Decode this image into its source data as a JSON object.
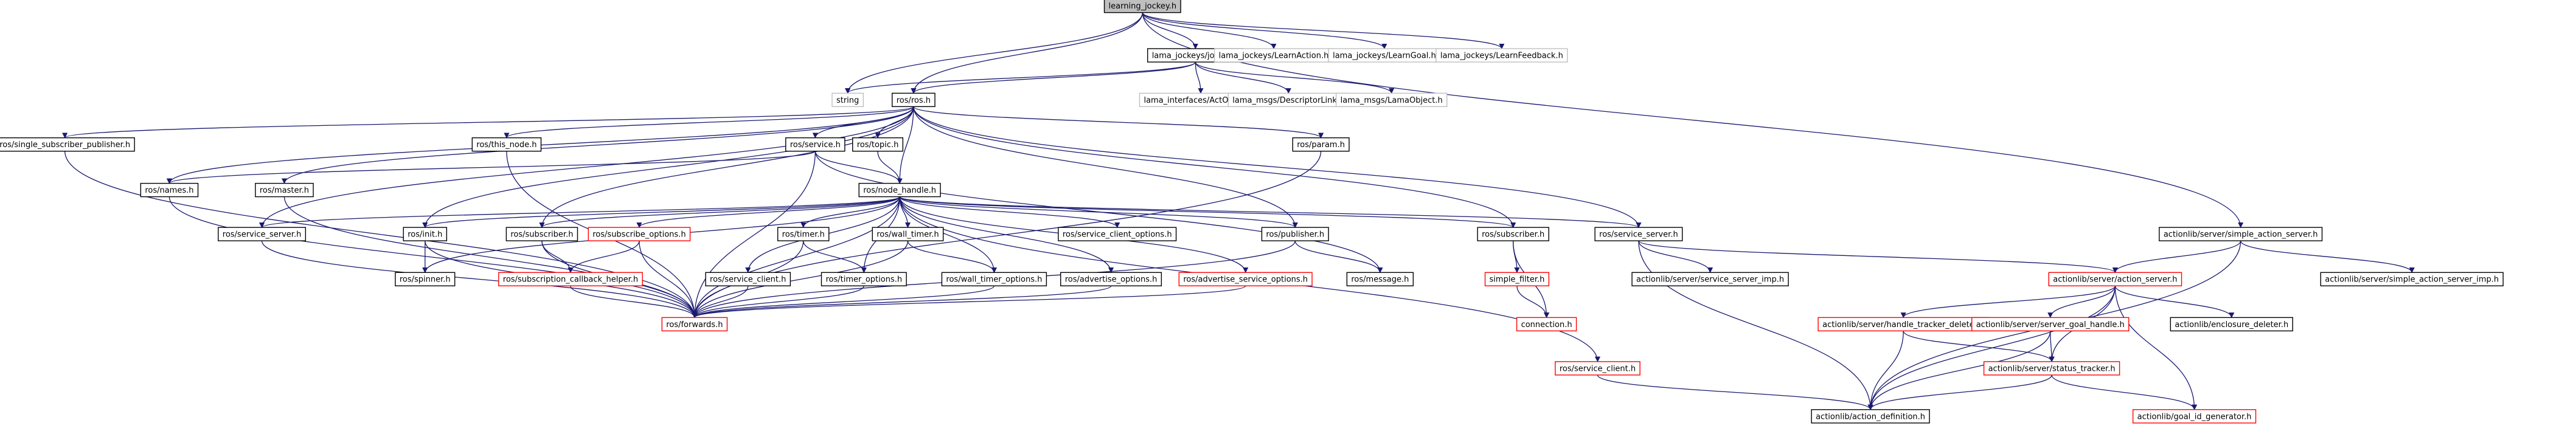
{
  "colors": {
    "edge": "#191970",
    "box_default": "#000000",
    "box_missing": "#bfbfbf",
    "box_red": "#ff0000",
    "root_fill": "#bfbfbf",
    "text": "#000000"
  },
  "nodes": [
    {
      "id": "root",
      "label": "learning_jockey.h",
      "style": "root"
    },
    {
      "id": "jockey",
      "label": "lama_jockeys/jockey.h",
      "style": "default"
    },
    {
      "id": "learnaction",
      "label": "lama_jockeys/LearnAction.h",
      "style": "missing"
    },
    {
      "id": "learngoal",
      "label": "lama_jockeys/LearnGoal.h",
      "style": "missing"
    },
    {
      "id": "learnfeedback",
      "label": "lama_jockeys/LearnFeedback.h",
      "style": "missing"
    },
    {
      "id": "string",
      "label": "string",
      "style": "missing"
    },
    {
      "id": "ros",
      "label": "ros/ros.h",
      "style": "default"
    },
    {
      "id": "actonmap",
      "label": "lama_interfaces/ActOnMap.h",
      "style": "missing"
    },
    {
      "id": "descriptorlink",
      "label": "lama_msgs/DescriptorLink.h",
      "style": "missing"
    },
    {
      "id": "lamaobject",
      "label": "lama_msgs/LamaObject.h",
      "style": "missing"
    },
    {
      "id": "single_sub_pub",
      "label": "ros/single_subscriber_publisher.h",
      "style": "default"
    },
    {
      "id": "this_node",
      "label": "ros/this_node.h",
      "style": "default"
    },
    {
      "id": "service",
      "label": "ros/service.h",
      "style": "default"
    },
    {
      "id": "topic",
      "label": "ros/topic.h",
      "style": "default"
    },
    {
      "id": "param",
      "label": "ros/param.h",
      "style": "default"
    },
    {
      "id": "names",
      "label": "ros/names.h",
      "style": "default"
    },
    {
      "id": "master",
      "label": "ros/master.h",
      "style": "default"
    },
    {
      "id": "node_handle",
      "label": "ros/node_handle.h",
      "style": "default"
    },
    {
      "id": "simple_action_server",
      "label": "actionlib/server/simple_action_server.h",
      "style": "default"
    },
    {
      "id": "service_server",
      "label": "ros/service_server.h",
      "style": "default"
    },
    {
      "id": "init",
      "label": "ros/init.h",
      "style": "default"
    },
    {
      "id": "subscriber",
      "label": "ros/subscriber.h",
      "style": "default"
    },
    {
      "id": "subscribe_options",
      "label": "ros/subscribe_options.h",
      "style": "red"
    },
    {
      "id": "timer",
      "label": "ros/timer.h",
      "style": "default"
    },
    {
      "id": "wall_timer",
      "label": "ros/wall_timer.h",
      "style": "default"
    },
    {
      "id": "service_client_options",
      "label": "ros/service_client_options.h",
      "style": "default"
    },
    {
      "id": "publisher",
      "label": "ros/publisher.h",
      "style": "default"
    },
    {
      "id": "subscriber2",
      "label": "ros/subscriber.h",
      "style": "default"
    },
    {
      "id": "service_server2",
      "label": "ros/service_server.h",
      "style": "default"
    },
    {
      "id": "spinner",
      "label": "ros/spinner.h",
      "style": "default"
    },
    {
      "id": "sub_cb_helper",
      "label": "ros/subscription_callback_helper.h",
      "style": "red"
    },
    {
      "id": "service_client",
      "label": "ros/service_client.h",
      "style": "default"
    },
    {
      "id": "timer_options",
      "label": "ros/timer_options.h",
      "style": "default"
    },
    {
      "id": "wall_timer_options",
      "label": "ros/wall_timer_options.h",
      "style": "default"
    },
    {
      "id": "advertise_options",
      "label": "ros/advertise_options.h",
      "style": "default"
    },
    {
      "id": "advertise_service_options",
      "label": "ros/advertise_service_options.h",
      "style": "red"
    },
    {
      "id": "message",
      "label": "ros/message.h",
      "style": "default"
    },
    {
      "id": "forwards",
      "label": "ros/forwards.h",
      "style": "red"
    },
    {
      "id": "simple_filter",
      "label": "simple_filter.h",
      "style": "red"
    },
    {
      "id": "connection",
      "label": "connection.h",
      "style": "red"
    },
    {
      "id": "service_server_imp",
      "label": "actionlib/server/service_server_imp.h",
      "style": "default"
    },
    {
      "id": "simple_action_server_imp",
      "label": "actionlib/server/simple_action_server_imp.h",
      "style": "default"
    },
    {
      "id": "action_server",
      "label": "actionlib/server/action_server.h",
      "style": "red"
    },
    {
      "id": "handle_tracker_deleter",
      "label": "actionlib/server/handle_tracker_deleter.h",
      "style": "red"
    },
    {
      "id": "server_goal_handle",
      "label": "actionlib/server/server_goal_handle.h",
      "style": "red"
    },
    {
      "id": "enclosure_deleter",
      "label": "actionlib/enclosure_deleter.h",
      "style": "default"
    },
    {
      "id": "status_tracker",
      "label": "actionlib/server/status_tracker.h",
      "style": "red"
    },
    {
      "id": "service_client2",
      "label": "ros/service_client.h",
      "style": "red"
    },
    {
      "id": "action_definition",
      "label": "actionlib/action_definition.h",
      "style": "default"
    },
    {
      "id": "goal_id_generator",
      "label": "actionlib/goal_id_generator.h",
      "style": "red"
    }
  ],
  "edges": [
    [
      "root",
      "jockey"
    ],
    [
      "root",
      "learnaction"
    ],
    [
      "root",
      "learngoal"
    ],
    [
      "root",
      "learnfeedback"
    ],
    [
      "root",
      "string"
    ],
    [
      "root",
      "ros"
    ],
    [
      "root",
      "simple_action_server"
    ],
    [
      "jockey",
      "ros"
    ],
    [
      "jockey",
      "string"
    ],
    [
      "jockey",
      "actonmap"
    ],
    [
      "jockey",
      "descriptorlink"
    ],
    [
      "jockey",
      "lamaobject"
    ],
    [
      "ros",
      "single_sub_pub"
    ],
    [
      "ros",
      "this_node"
    ],
    [
      "ros",
      "service"
    ],
    [
      "ros",
      "topic"
    ],
    [
      "ros",
      "param"
    ],
    [
      "ros",
      "names"
    ],
    [
      "ros",
      "master"
    ],
    [
      "ros",
      "node_handle"
    ],
    [
      "ros",
      "service_server"
    ],
    [
      "ros",
      "init"
    ],
    [
      "ros",
      "subscriber"
    ],
    [
      "ros",
      "publisher"
    ],
    [
      "ros",
      "subscriber2"
    ],
    [
      "ros",
      "service_server2"
    ],
    [
      "single_sub_pub",
      "forwards"
    ],
    [
      "this_node",
      "forwards"
    ],
    [
      "service",
      "names"
    ],
    [
      "service",
      "node_handle"
    ],
    [
      "service",
      "forwards"
    ],
    [
      "service",
      "message"
    ],
    [
      "topic",
      "node_handle"
    ],
    [
      "param",
      "forwards"
    ],
    [
      "names",
      "forwards"
    ],
    [
      "master",
      "forwards"
    ],
    [
      "node_handle",
      "service_server"
    ],
    [
      "node_handle",
      "init"
    ],
    [
      "node_handle",
      "subscriber"
    ],
    [
      "node_handle",
      "subscribe_options"
    ],
    [
      "node_handle",
      "timer"
    ],
    [
      "node_handle",
      "wall_timer"
    ],
    [
      "node_handle",
      "service_client_options"
    ],
    [
      "node_handle",
      "publisher"
    ],
    [
      "node_handle",
      "subscriber2"
    ],
    [
      "node_handle",
      "service_server2"
    ],
    [
      "node_handle",
      "spinner"
    ],
    [
      "node_handle",
      "service_client"
    ],
    [
      "node_handle",
      "timer_options"
    ],
    [
      "node_handle",
      "wall_timer_options"
    ],
    [
      "node_handle",
      "advertise_options"
    ],
    [
      "node_handle",
      "advertise_service_options"
    ],
    [
      "node_handle",
      "forwards"
    ],
    [
      "node_handle",
      "service_client2"
    ],
    [
      "service_server",
      "forwards"
    ],
    [
      "init",
      "spinner"
    ],
    [
      "init",
      "forwards"
    ],
    [
      "subscriber",
      "sub_cb_helper"
    ],
    [
      "subscriber",
      "forwards"
    ],
    [
      "subscribe_options",
      "sub_cb_helper"
    ],
    [
      "subscribe_options",
      "forwards"
    ],
    [
      "sub_cb_helper",
      "forwards"
    ],
    [
      "timer",
      "timer_options"
    ],
    [
      "timer",
      "forwards"
    ],
    [
      "wall_timer",
      "wall_timer_options"
    ],
    [
      "wall_timer",
      "forwards"
    ],
    [
      "service_client",
      "forwards"
    ],
    [
      "timer_options",
      "forwards"
    ],
    [
      "wall_timer_options",
      "forwards"
    ],
    [
      "advertise_options",
      "forwards"
    ],
    [
      "advertise_service_options",
      "forwards"
    ],
    [
      "publisher",
      "message"
    ],
    [
      "publisher",
      "forwards"
    ],
    [
      "subscriber2",
      "simple_filter"
    ],
    [
      "subscriber2",
      "connection"
    ],
    [
      "simple_filter",
      "connection"
    ],
    [
      "service_server2",
      "service_server_imp"
    ],
    [
      "service_server2",
      "action_server"
    ],
    [
      "service_server2",
      "action_definition"
    ],
    [
      "simple_action_server",
      "action_server"
    ],
    [
      "simple_action_server",
      "simple_action_server_imp"
    ],
    [
      "simple_action_server",
      "action_definition"
    ],
    [
      "action_server",
      "handle_tracker_deleter"
    ],
    [
      "action_server",
      "server_goal_handle"
    ],
    [
      "action_server",
      "enclosure_deleter"
    ],
    [
      "action_server",
      "status_tracker"
    ],
    [
      "action_server",
      "action_definition"
    ],
    [
      "action_server",
      "goal_id_generator"
    ],
    [
      "handle_tracker_deleter",
      "status_tracker"
    ],
    [
      "handle_tracker_deleter",
      "action_definition"
    ],
    [
      "server_goal_handle",
      "status_tracker"
    ],
    [
      "server_goal_handle",
      "action_definition"
    ],
    [
      "status_tracker",
      "goal_id_generator"
    ],
    [
      "status_tracker",
      "action_definition"
    ],
    [
      "service_client2",
      "action_definition"
    ]
  ]
}
